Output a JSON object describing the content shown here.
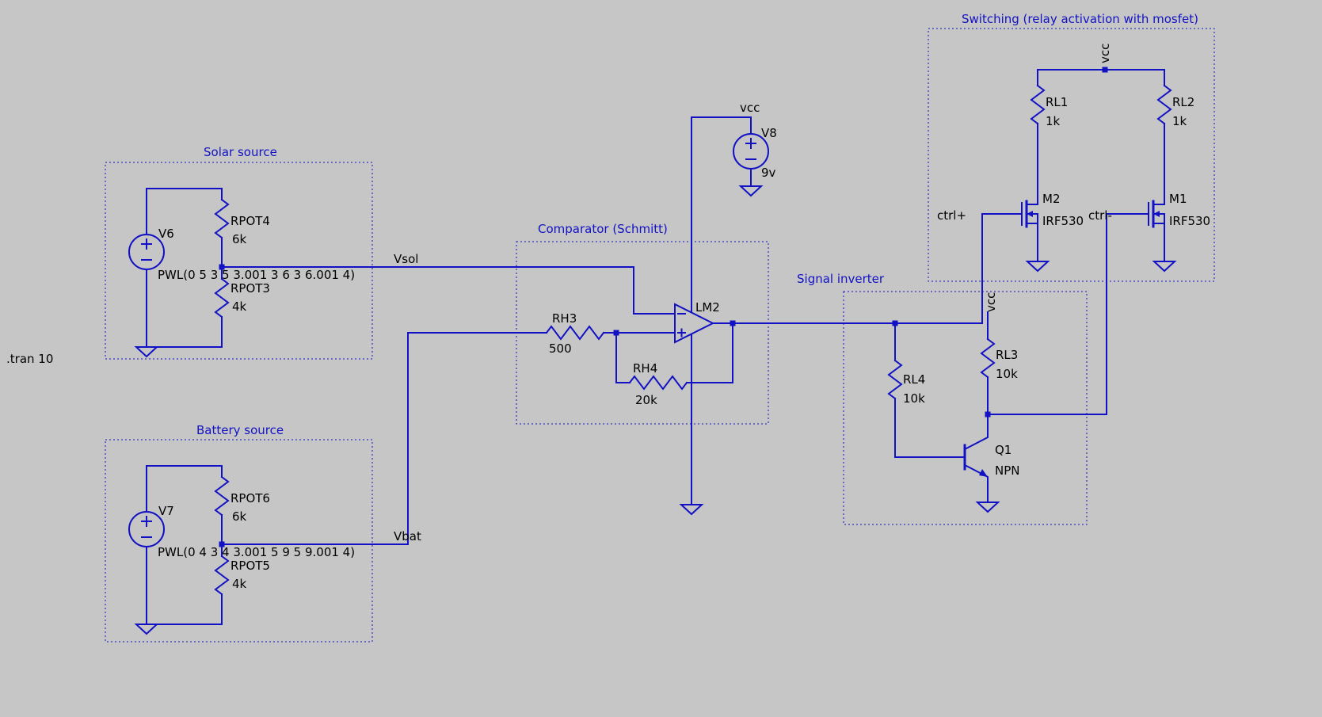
{
  "colors": {
    "bg": "#c6c6c6",
    "wire": "#1212c4",
    "label": "#000000",
    "title": "#1212c4"
  },
  "directive": ".tran 10",
  "sections": {
    "solar": {
      "title": "Solar source"
    },
    "battery": {
      "title": "Battery source"
    },
    "comparator": {
      "title": "Comparator (Schmitt)"
    },
    "inverter": {
      "title": "Signal inverter"
    },
    "switching": {
      "title": "Switching (relay activation with mosfet)"
    }
  },
  "nets": {
    "vsol": "Vsol",
    "vbat": "Vbat",
    "vcc": "vcc",
    "ctrl_plus": "ctrl+",
    "ctrl_minus": "ctrl-"
  },
  "components": {
    "v6": {
      "name": "V6",
      "value": "PWL(0 5 3 5 3.001 3 6 3 6.001 4)"
    },
    "rpot4": {
      "name": "RPOT4",
      "value": "6k"
    },
    "rpot3": {
      "name": "RPOT3",
      "value": "4k"
    },
    "v7": {
      "name": "V7",
      "value": "PWL(0 4 3 4 3.001 5 9 5 9.001 4)"
    },
    "rpot6": {
      "name": "RPOT6",
      "value": "6k"
    },
    "rpot5": {
      "name": "RPOT5",
      "value": "4k"
    },
    "rh3": {
      "name": "RH3",
      "value": "500"
    },
    "rh4": {
      "name": "RH4",
      "value": "20k"
    },
    "opamp": {
      "name": "LM2"
    },
    "v8": {
      "name": "V8",
      "value": "9v"
    },
    "rl4": {
      "name": "RL4",
      "value": "10k"
    },
    "rl3": {
      "name": "RL3",
      "value": "10k"
    },
    "q1": {
      "name": "Q1",
      "value": "NPN"
    },
    "rl1": {
      "name": "RL1",
      "value": "1k"
    },
    "rl2": {
      "name": "RL2",
      "value": "1k"
    },
    "m2": {
      "name": "M2",
      "value": "IRF530"
    },
    "m1": {
      "name": "M1",
      "value": "IRF530"
    }
  }
}
